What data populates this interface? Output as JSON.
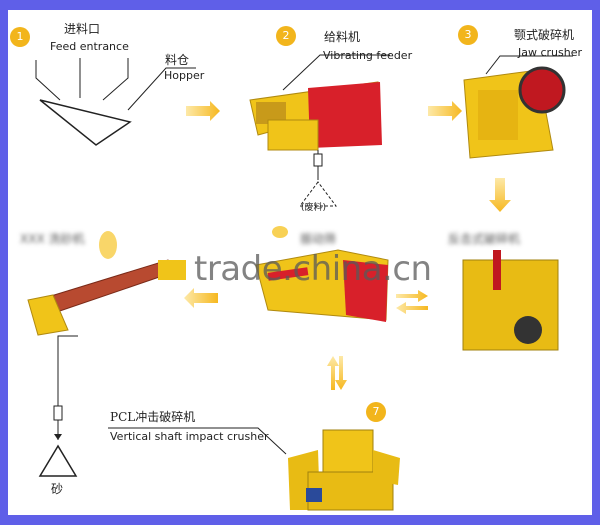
{
  "steps": [
    {
      "num": "1",
      "cn": "进料口",
      "en": "Feed entrance"
    },
    {
      "num": "2",
      "cn": "给料机",
      "en": "Vibrating feeder"
    },
    {
      "num": "3",
      "cn": "颚式破碎机",
      "en": "Jaw crusher"
    },
    {
      "num": "7",
      "cn": "PCL冲击破碎机",
      "en": "Vertical shaft impact crusher"
    }
  ],
  "hopper": {
    "cn": "料仓",
    "en": "Hopper"
  },
  "waste_label": "(废料)",
  "sand_label": "砂",
  "blurred_labels": [
    "XXX 洗砂机",
    "振动筛",
    "反击式破碎机"
  ],
  "watermark": "trade.china.cn",
  "colors": {
    "border": "#5f5fe8",
    "badge": "#f2b51c",
    "arrow": "#f6b820",
    "machine": "#f0c419",
    "accent_red": "#d8202a"
  }
}
